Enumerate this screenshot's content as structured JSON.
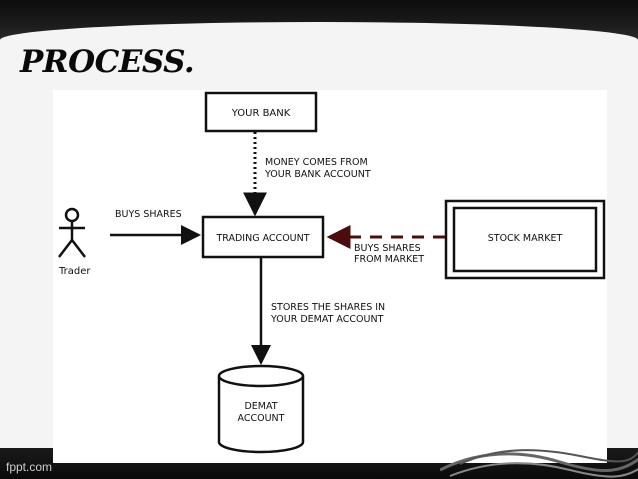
{
  "slide": {
    "title": "PROCESS."
  },
  "diagram": {
    "your_bank": "YOUR BANK",
    "money_label": [
      "MONEY COMES FROM",
      "YOUR BANK ACCOUNT"
    ],
    "trader": "Trader",
    "buys_shares": "BUYS SHARES",
    "trading_account": "TRADING ACCOUNT",
    "buys_from_market": [
      "BUYS SHARES",
      "FROM  MARKET"
    ],
    "stock_market": "STOCK MARKET",
    "stores_label": [
      "STORES THE SHARES IN",
      "YOUR DEMAT ACCOUNT"
    ],
    "demat": [
      "DEMAT",
      "ACCOUNT"
    ]
  },
  "footer": {
    "text": "fppt.com"
  }
}
